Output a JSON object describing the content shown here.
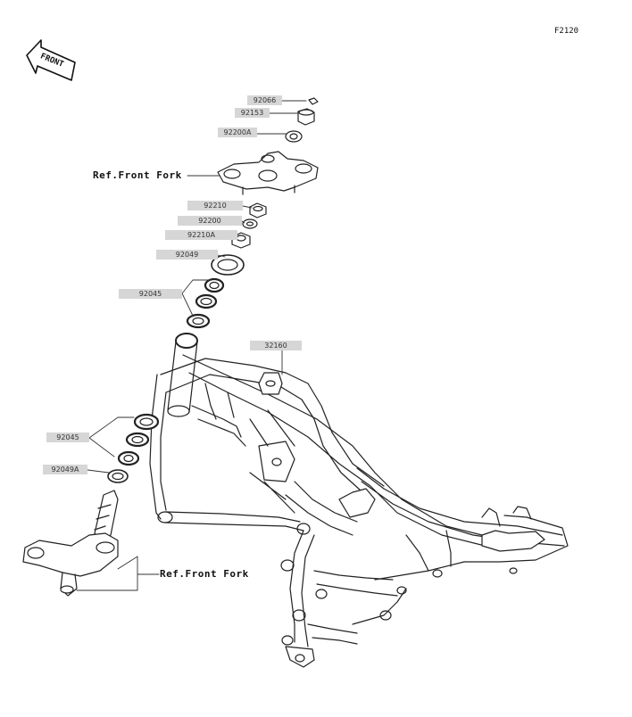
{
  "figure_id": "F2120",
  "front_arrow_label": "FRONT",
  "ref_labels": {
    "upper_front_fork": "Ref.Front Fork",
    "lower_front_fork": "Ref.Front Fork"
  },
  "part_labels": {
    "p92066": "92066",
    "p92153": "92153",
    "p92200A": "92200A",
    "p92210": "92210",
    "p92200": "92200",
    "p92210A": "92210A",
    "p92049": "92049",
    "p92045_upper": "92045",
    "p32160": "32160",
    "p92045_lower": "92045",
    "p92049A": "92049A"
  }
}
